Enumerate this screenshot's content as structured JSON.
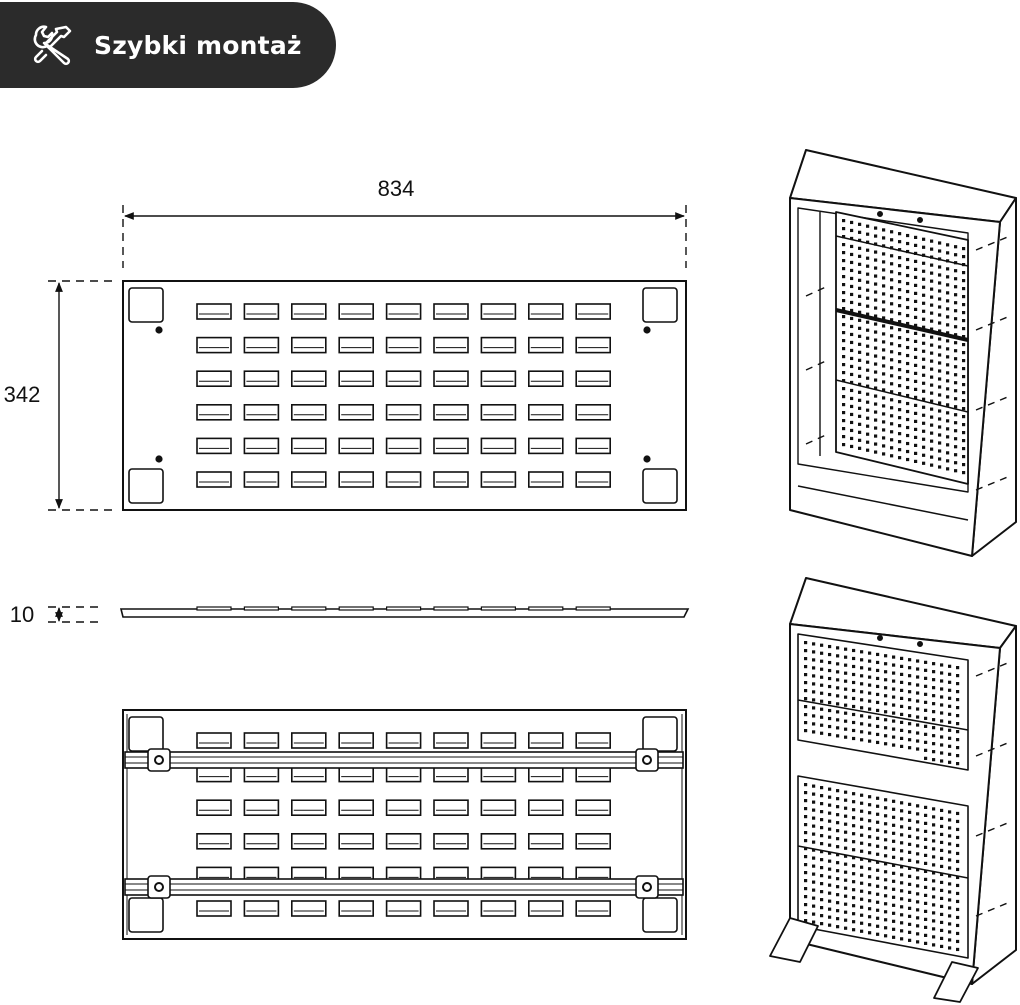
{
  "badge": {
    "label": "Szybki montaż",
    "icon": "wrench-screwdriver-icon"
  },
  "dimensions": {
    "width": "834",
    "height": "342",
    "thickness": "10"
  },
  "colors": {
    "badge_bg": "#2b2b2b",
    "line": "#111111"
  }
}
